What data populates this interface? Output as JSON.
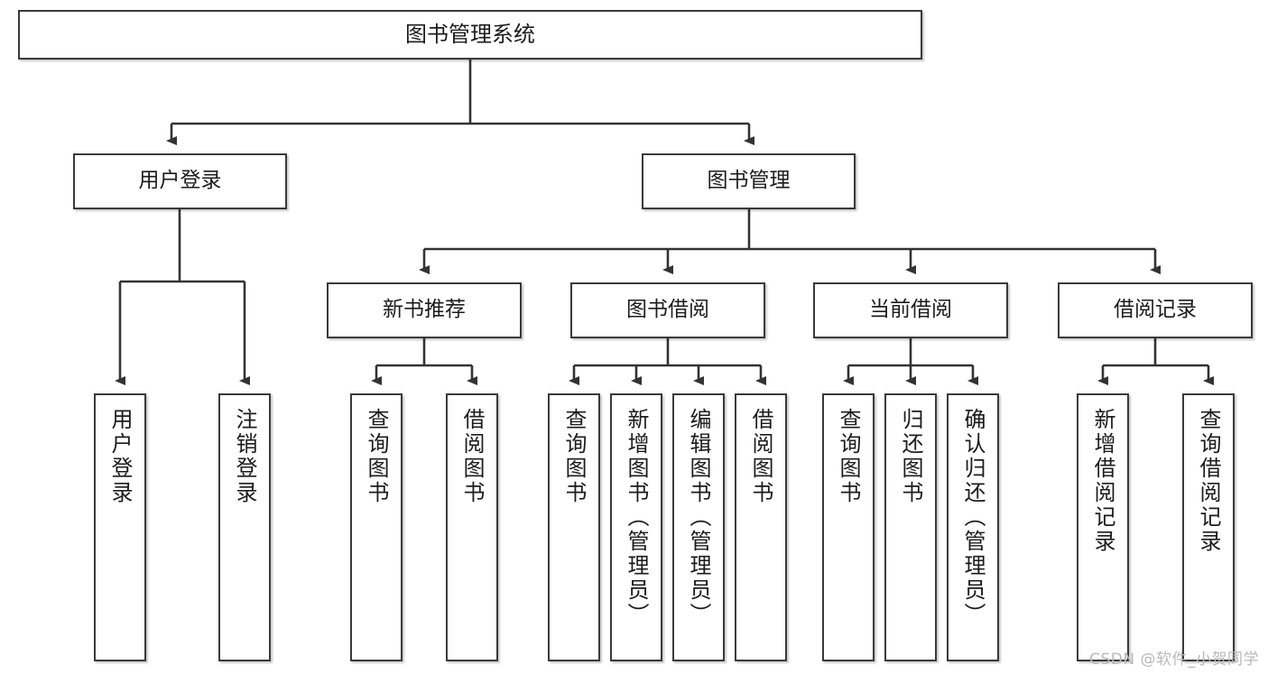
{
  "diagram": {
    "type": "hierarchy-tree",
    "title": "图书管理系统",
    "watermark": "CSDN @软件_小贺同学",
    "colors": {
      "box_border": "#3a3a3a",
      "box_fill": "#ffffff",
      "edge": "#333333",
      "text": "#1c1c1c",
      "watermark": "#b9b9b9",
      "background": "#ffffff"
    },
    "levels": {
      "root": {
        "label": "图书管理系统"
      },
      "level2": [
        {
          "label": "用户登录"
        },
        {
          "label": "图书管理"
        }
      ],
      "level3": [
        {
          "label": "新书推荐"
        },
        {
          "label": "图书借阅"
        },
        {
          "label": "当前借阅"
        },
        {
          "label": "借阅记录"
        }
      ],
      "leaves": {
        "user_login": [
          {
            "label": "用户登录"
          },
          {
            "label": "注销登录"
          }
        ],
        "new_book_recommend": [
          {
            "label": "查询图书"
          },
          {
            "label": "借阅图书"
          }
        ],
        "book_borrow": [
          {
            "label": "查询图书"
          },
          {
            "label": "新增图书（管理员）"
          },
          {
            "label": "编辑图书（管理员）"
          },
          {
            "label": "借阅图书"
          }
        ],
        "current_borrow": [
          {
            "label": "查询图书"
          },
          {
            "label": "归还图书"
          },
          {
            "label": "确认归还（管理员）"
          }
        ],
        "borrow_record": [
          {
            "label": "新增借阅记录"
          },
          {
            "label": "查询借阅记录"
          }
        ]
      }
    }
  }
}
